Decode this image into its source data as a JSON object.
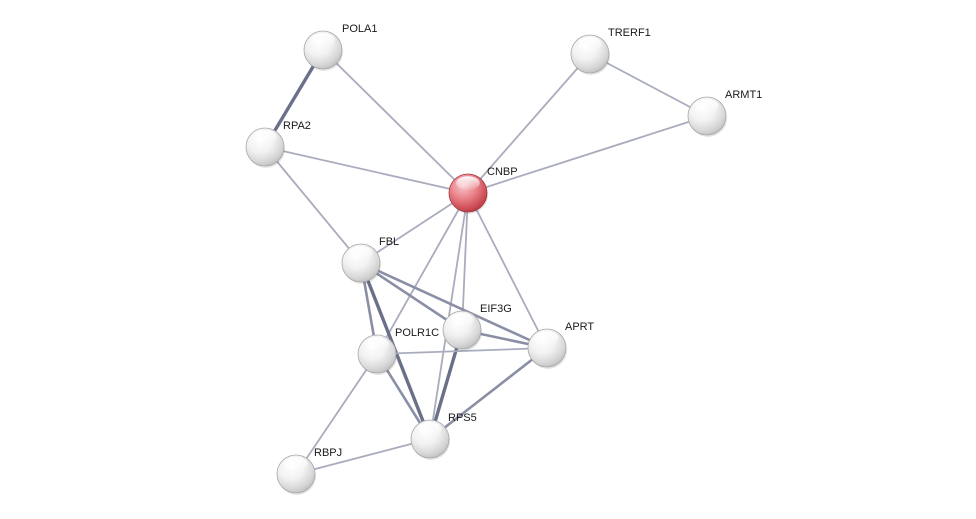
{
  "network": {
    "center_color": "#e0737a",
    "node_color": "#e6e6e6",
    "edge_color": "#8e93a8",
    "nodes": [
      {
        "id": "POLA1",
        "label": "POLA1",
        "role": "partner"
      },
      {
        "id": "RPA2",
        "label": "RPA2",
        "role": "partner"
      },
      {
        "id": "TRERF1",
        "label": "TRERF1",
        "role": "partner"
      },
      {
        "id": "ARMT1",
        "label": "ARMT1",
        "role": "partner"
      },
      {
        "id": "CNBP",
        "label": "CNBP",
        "role": "query"
      },
      {
        "id": "FBL",
        "label": "FBL",
        "role": "partner"
      },
      {
        "id": "EIF3G",
        "label": "EIF3G",
        "role": "partner"
      },
      {
        "id": "APRT",
        "label": "APRT",
        "role": "partner"
      },
      {
        "id": "POLR1C",
        "label": "POLR1C",
        "role": "partner"
      },
      {
        "id": "RPS5",
        "label": "RPS5",
        "role": "partner"
      },
      {
        "id": "RBPJ",
        "label": "RBPJ",
        "role": "partner"
      }
    ],
    "edges": [
      {
        "source": "POLA1",
        "target": "RPA2",
        "weight": 3
      },
      {
        "source": "POLA1",
        "target": "CNBP",
        "weight": 1
      },
      {
        "source": "RPA2",
        "target": "CNBP",
        "weight": 1
      },
      {
        "source": "RPA2",
        "target": "FBL",
        "weight": 1
      },
      {
        "source": "TRERF1",
        "target": "CNBP",
        "weight": 1
      },
      {
        "source": "TRERF1",
        "target": "ARMT1",
        "weight": 1
      },
      {
        "source": "ARMT1",
        "target": "CNBP",
        "weight": 1
      },
      {
        "source": "CNBP",
        "target": "FBL",
        "weight": 1
      },
      {
        "source": "CNBP",
        "target": "EIF3G",
        "weight": 1
      },
      {
        "source": "CNBP",
        "target": "APRT",
        "weight": 1
      },
      {
        "source": "CNBP",
        "target": "POLR1C",
        "weight": 1
      },
      {
        "source": "CNBP",
        "target": "RPS5",
        "weight": 1
      },
      {
        "source": "FBL",
        "target": "EIF3G",
        "weight": 2
      },
      {
        "source": "FBL",
        "target": "APRT",
        "weight": 2
      },
      {
        "source": "FBL",
        "target": "POLR1C",
        "weight": 2
      },
      {
        "source": "FBL",
        "target": "RPS5",
        "weight": 3
      },
      {
        "source": "EIF3G",
        "target": "APRT",
        "weight": 2
      },
      {
        "source": "EIF3G",
        "target": "RPS5",
        "weight": 3
      },
      {
        "source": "POLR1C",
        "target": "APRT",
        "weight": 1
      },
      {
        "source": "POLR1C",
        "target": "RPS5",
        "weight": 2
      },
      {
        "source": "POLR1C",
        "target": "RBPJ",
        "weight": 1
      },
      {
        "source": "APRT",
        "target": "RPS5",
        "weight": 2
      },
      {
        "source": "RBPJ",
        "target": "RPS5",
        "weight": 1
      }
    ]
  }
}
